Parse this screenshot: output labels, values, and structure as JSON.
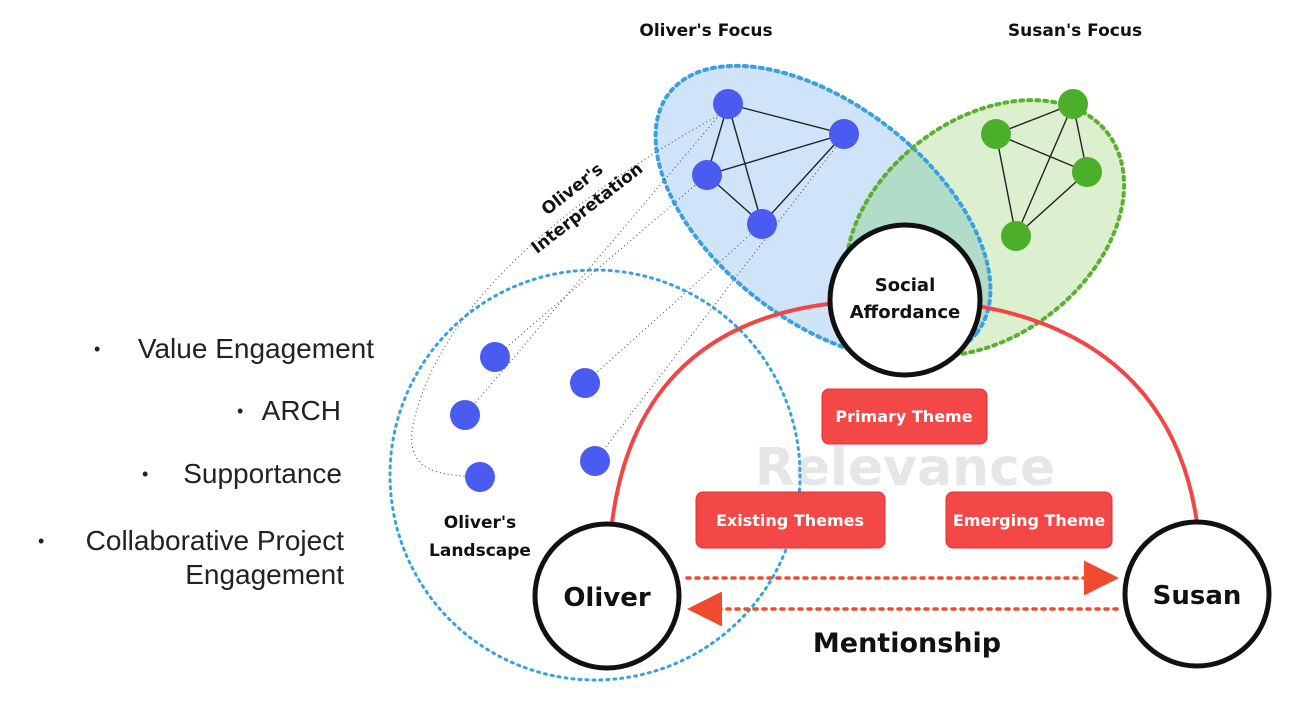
{
  "bullets": [
    "Value Engagement",
    "ARCH",
    "Supportance",
    "Collaborative Project Engagement"
  ],
  "bullet_lines": {
    "collab_1": "Collaborative Project",
    "collab_2": "Engagement"
  },
  "bullet_symbol": "•",
  "labels": {
    "oliver_focus": "Oliver's Focus",
    "susan_focus": "Susan's Focus",
    "oliver_interpretation_1": "Oliver's",
    "oliver_interpretation_2": "Interpretation",
    "oliver_landscape_1": "Oliver's",
    "oliver_landscape_2": "Landscape",
    "social_affordance_1": "Social",
    "social_affordance_2": "Affordance",
    "relevance": "Relevance",
    "mentionship": "Mentionship"
  },
  "nodes": {
    "oliver": "Oliver",
    "susan": "Susan"
  },
  "themes": {
    "primary": "Primary Theme",
    "existing": "Existing Themes",
    "emerging": "Emerging Theme"
  },
  "colors": {
    "oliver_blue": "#4a5cf0",
    "oliver_region": "#cfe4f9",
    "oliver_outline": "#3aa0e0",
    "susan_green": "#4caf2a",
    "susan_region": "#dcf0cf",
    "susan_outline": "#5cb02f",
    "overlap": "#b3dcc8",
    "relevance_red": "#f24545",
    "theme_fill": "#f44747",
    "arrow_red": "#f04a2f",
    "watermark": "#e6e6e6"
  }
}
